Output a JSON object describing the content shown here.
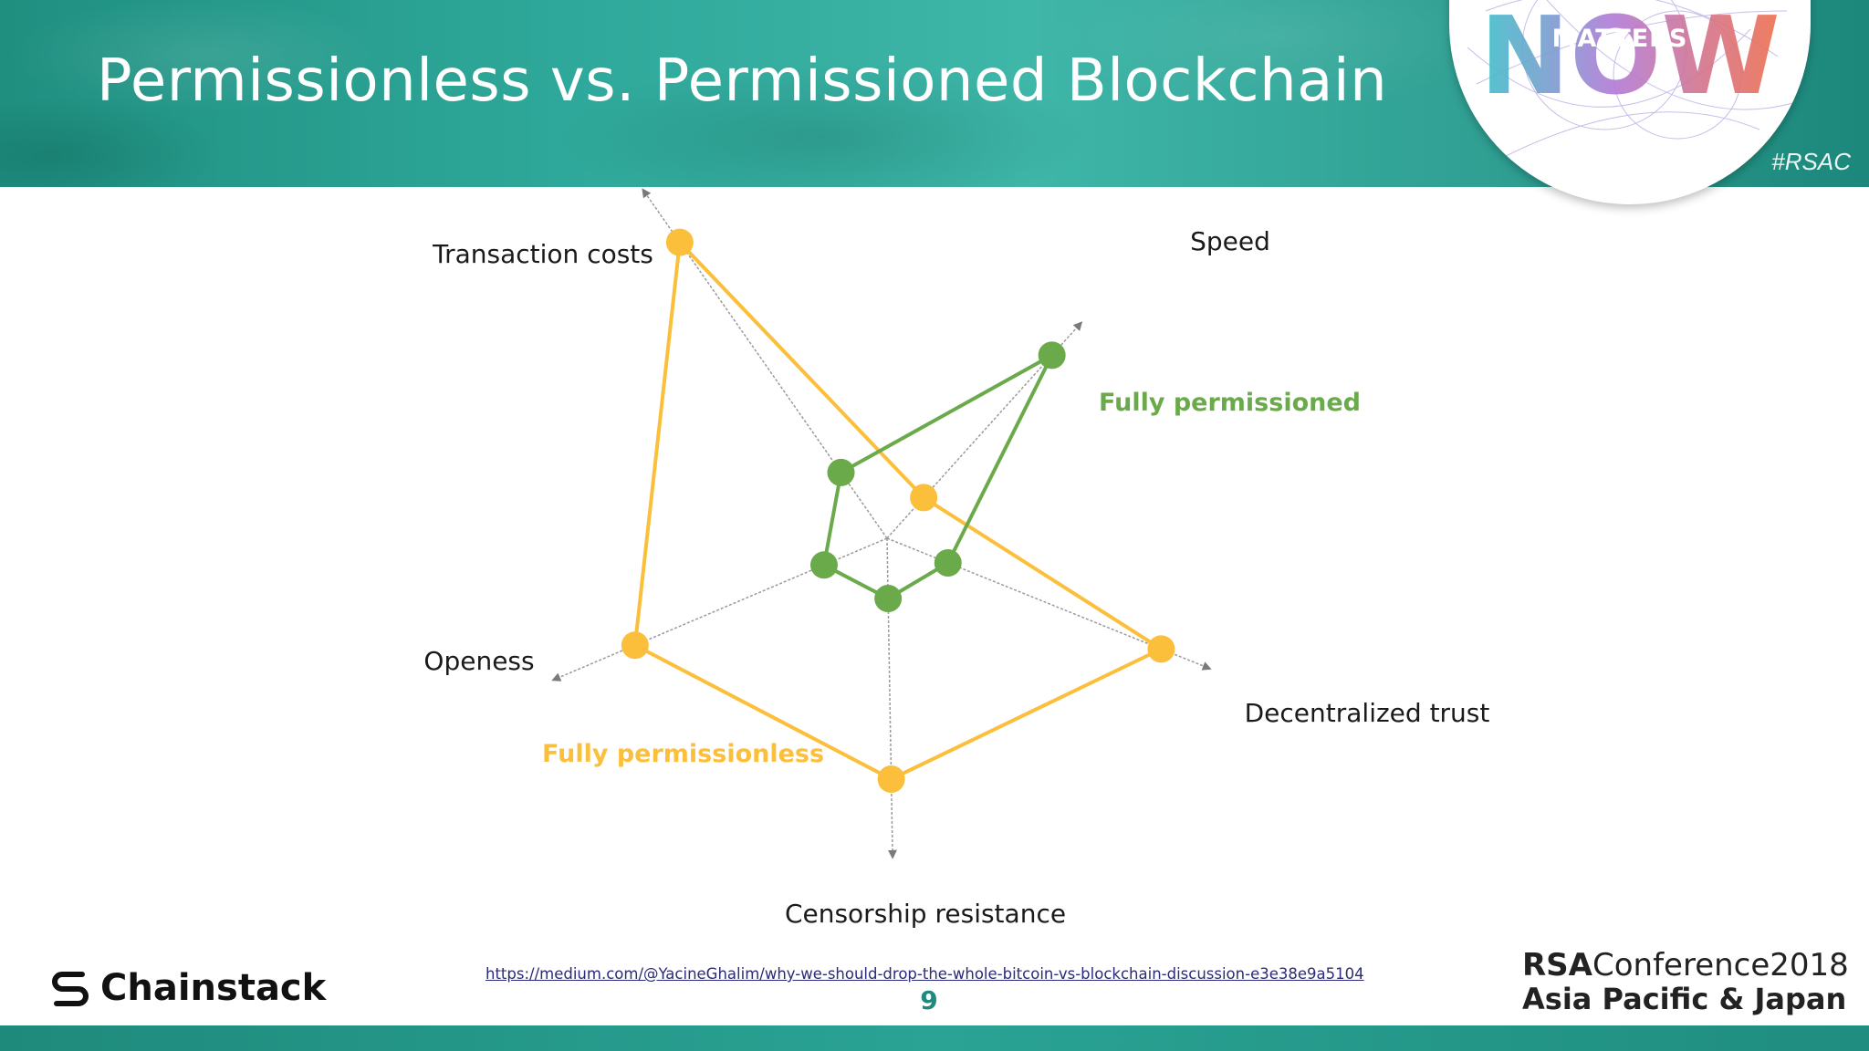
{
  "slide": {
    "title": "Permissionless vs. Permissioned Blockchain",
    "hashtag": "#RSAC",
    "badge_text": "MATTERS",
    "page_number": "9",
    "source_url": "https://medium.com/@YacineGhalim/why-we-should-drop-the-whole-bitcoin-vs-blockchain-discussion-e3e38e9a5104",
    "left_logo": "Chainstack",
    "rsa_brand": "RSA",
    "rsa_conf": "Conference2018",
    "rsa_region": "Asia Pacific & Japan"
  },
  "colors": {
    "teal": "#2ea89a",
    "permissionless": "#fbbf3c",
    "permissioned": "#6aaa4b",
    "axis": "#9a9a9a"
  },
  "chart_data": {
    "type": "radar",
    "axes": [
      "Transaction costs",
      "Speed",
      "Decentralized trust",
      "Censorship resistance",
      "Openess"
    ],
    "value_range": [
      0,
      1
    ],
    "series": [
      {
        "name": "Fully permissionless",
        "color": "#fbbf3c",
        "values": [
          0.9,
          0.2,
          0.9,
          0.8,
          0.8
        ]
      },
      {
        "name": "Fully permissioned",
        "color": "#6aaa4b",
        "values": [
          0.2,
          0.9,
          0.2,
          0.2,
          0.2
        ]
      }
    ],
    "grid": false,
    "legend": "inline labels"
  }
}
